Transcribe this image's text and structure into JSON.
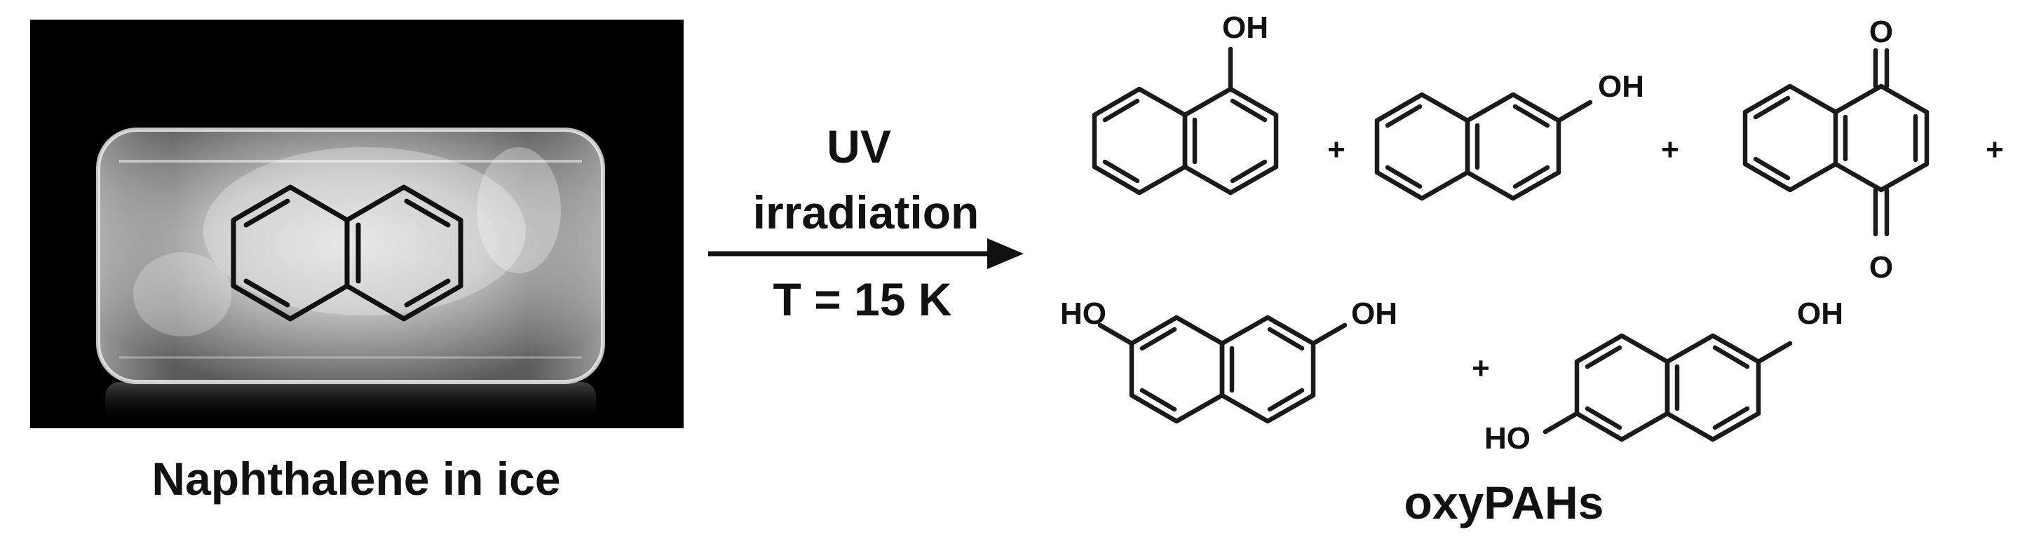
{
  "reactant": {
    "caption": "Naphthalene in ice"
  },
  "conditions": {
    "line1": "UV",
    "line2": "irradiation",
    "line3": "T = 15 K"
  },
  "products": {
    "caption": "oxyPAHs",
    "plus": "+",
    "hydroxyl": "OH",
    "hydroxyl_left": "HO",
    "oxo": "O"
  },
  "colors": {
    "background": "#ffffff",
    "photo_background": "#000000",
    "ink": "#111111"
  }
}
